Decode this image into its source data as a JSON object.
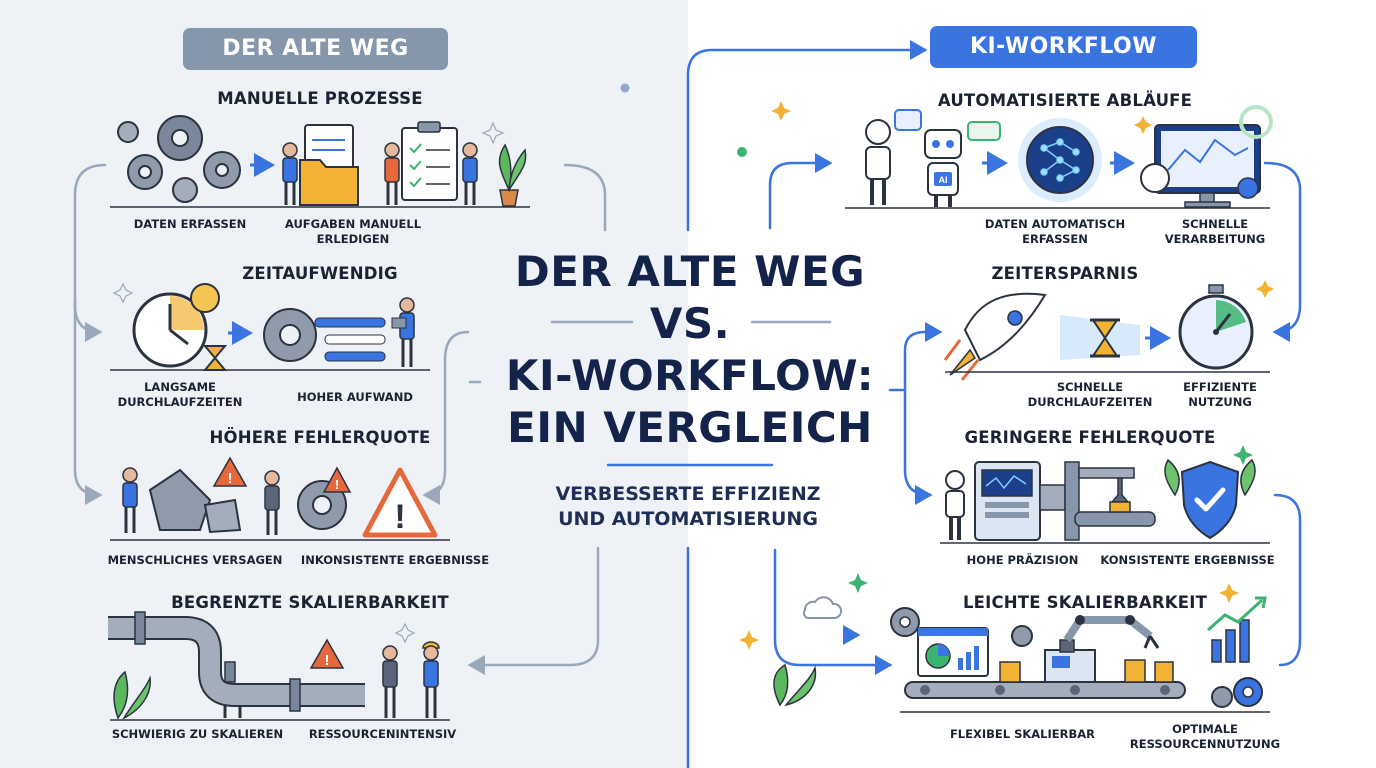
{
  "title": {
    "line1": "DER ALTE WEG",
    "line2": "VS.",
    "line3": "KI-WORKFLOW:",
    "line4": "EIN VERGLEICH"
  },
  "subtitle": {
    "line1": "VERBESSERTE EFFIZIENZ",
    "line2": "UND AUTOMATISIERUNG"
  },
  "left": {
    "header": "DER ALTE WEG",
    "sections": [
      {
        "title": "MANUELLE PROZESSE",
        "captions": [
          "DATEN ERFASSEN",
          "AUFGABEN MANUELL",
          "ERLEDIGEN"
        ]
      },
      {
        "title": "ZEITAUFWENDIG",
        "captions": [
          "LANGSAME",
          "DURCHLAUFZEITEN",
          "HOHER AUFWAND"
        ]
      },
      {
        "title": "HÖHERE FEHLERQUOTE",
        "captions": [
          "MENSCHLICHES VERSAGEN",
          "INKONSISTENTE ERGEBNISSE"
        ]
      },
      {
        "title": "BEGRENZTE SKALIERBARKEIT",
        "captions": [
          "SCHWIERIG ZU SKALIEREN",
          "RESSOURCENINTENSIV"
        ]
      }
    ]
  },
  "right": {
    "header": "KI-WORKFLOW",
    "sections": [
      {
        "title": "AUTOMATISIERTE ABLÄUFE",
        "captions": [
          "DATEN AUTOMATISCH",
          "ERFASSEN",
          "SCHNELLE",
          "VERARBEITUNG"
        ]
      },
      {
        "title": "ZEITERSPARNIS",
        "captions": [
          "SCHNELLE",
          "DURCHLAUFZEITEN",
          "EFFIZIENTE",
          "NUTZUNG"
        ]
      },
      {
        "title": "GERINGERE FEHLERQUOTE",
        "captions": [
          "HOHE PRÄZISION",
          "KONSISTENTE ERGEBNISSE"
        ]
      },
      {
        "title": "LEICHTE SKALIERBARKEIT",
        "captions": [
          "FLEXIBEL SKALIERBAR",
          "OPTIMALE",
          "RESSOURCENNUTZUNG"
        ]
      }
    ]
  },
  "icon_labels": {
    "robot_chip": "AI"
  },
  "colors": {
    "left_header_bg": "#8696ab",
    "right_header_bg": "#3a74e0",
    "connector_left": "#9aa8bb",
    "connector_right": "#3a74e0",
    "title_color": "#13234a",
    "warning": "#e4683c",
    "accent_green": "#3cb371",
    "accent_yellow": "#f2b233"
  }
}
